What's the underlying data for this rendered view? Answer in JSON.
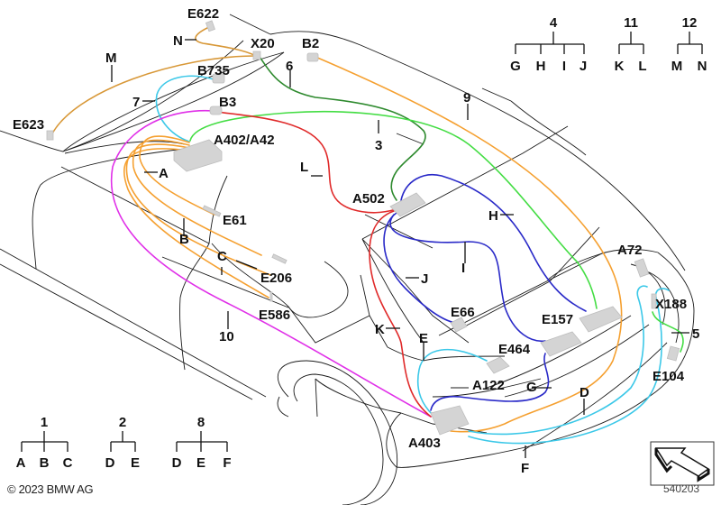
{
  "diagram": {
    "title": "Wiring harness overview",
    "components": {
      "E622": "E622",
      "X20": "X20",
      "B2": "B2",
      "B735": "B735",
      "B3": "B3",
      "E623": "E623",
      "A402": "A402/A42",
      "E61": "E61",
      "E206": "E206",
      "E586": "E586",
      "A502": "A502",
      "E66": "E66",
      "E157": "E157",
      "E464": "E464",
      "A122": "A122",
      "A403": "A403",
      "A72": "A72",
      "X188": "X188",
      "E104": "E104"
    },
    "wire_labels": {
      "N": "N",
      "M": "M",
      "seven": "7",
      "six": "6",
      "A": "A",
      "B": "B",
      "C": "C",
      "L": "L",
      "three": "3",
      "nine": "9",
      "H": "H",
      "I": "I",
      "J": "J",
      "K": "K",
      "E": "E",
      "ten": "10",
      "G": "G",
      "D": "D",
      "F": "F",
      "five": "5"
    },
    "wire_colors": {
      "orange": "#f5a030",
      "cyan": "#3cc8e8",
      "dark_green": "#2e8a2e",
      "light_green": "#44dd44",
      "red": "#e02a2a",
      "magenta": "#e030e8",
      "blue": "#2a2ac8",
      "tan": "#d89838"
    },
    "legend_trees": [
      {
        "root": "4",
        "children": [
          "G",
          "H",
          "I",
          "J"
        ]
      },
      {
        "root": "11",
        "children": [
          "K",
          "L"
        ]
      },
      {
        "root": "12",
        "children": [
          "M",
          "N"
        ]
      },
      {
        "root": "1",
        "children": [
          "A",
          "B",
          "C"
        ]
      },
      {
        "root": "2",
        "children": [
          "D",
          "E"
        ]
      },
      {
        "root": "8",
        "children": [
          "D",
          "E",
          "F"
        ]
      }
    ]
  },
  "footer": {
    "copyright": "© 2023 BMW AG",
    "reference_number": "540203"
  }
}
